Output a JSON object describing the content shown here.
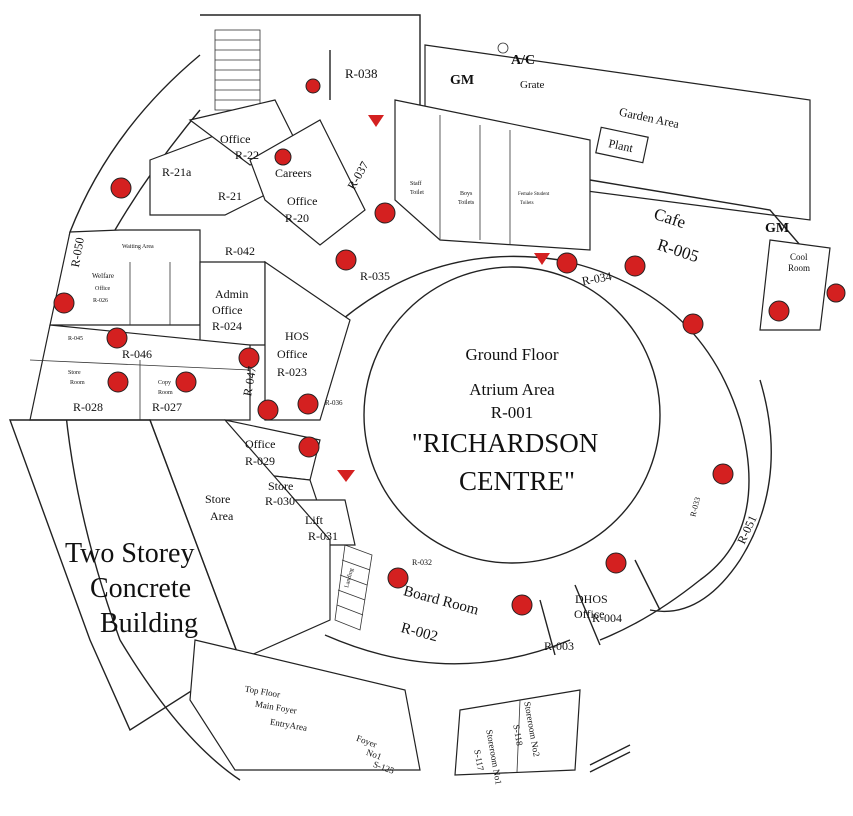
{
  "center": {
    "line1": "Ground Floor",
    "line2": "Atrium Area",
    "line3": "R-001",
    "title1": "\"RICHARDSON",
    "title2": "CENTRE\""
  },
  "building": {
    "line1": "Two Storey",
    "line2": "Concrete",
    "line3": "Building"
  },
  "labels": {
    "r038": "R-038",
    "gm1": "GM",
    "gm2": "GM",
    "ac": "A/C",
    "grate": "Grate",
    "garden": "Garden Area",
    "plant": "Plant",
    "cafe": "Cafe",
    "r005": "R-005",
    "office22a": "Office",
    "office22b": "R-22",
    "r21a": "R-21a",
    "r21": "R-21",
    "careers1": "Careers",
    "careers2": "Office",
    "careers3": "R-20",
    "r037": "R-037",
    "r042": "R-042",
    "r035": "R-035",
    "r034": "R-034",
    "r050": "R-050",
    "waiting": "Waiting Area",
    "welfare1": "Welfare",
    "welfare2": "Office",
    "welfare3": "R-026",
    "admin1": "Admin",
    "admin2": "Office",
    "admin3": "R-024",
    "hos1": "HOS",
    "hos2": "Office",
    "hos3": "R-023",
    "r046": "R-046",
    "r047": "R-047",
    "r036": "R-036",
    "store1": "Store",
    "store2": "Room",
    "copy1": "Copy",
    "copy2": "Room",
    "r028": "R-028",
    "r027": "R-027",
    "office029a": "Office",
    "office029b": "R-029",
    "store030a": "Store",
    "store030b": "R-030",
    "storearea1": "Store",
    "storearea2": "Area",
    "lift1": "Lift",
    "lift2": "R-031",
    "r032": "R-032",
    "board1": "Board Room",
    "board2": "R-002",
    "r003": "R-003",
    "dhos1": "DHOS",
    "dhos2": "Office",
    "dhos3": "R-004",
    "r033": "R-033",
    "r051": "R-051",
    "cool1": "Cool",
    "cool2": "Room",
    "top1": "Top Floor",
    "top2": "Main Foyer",
    "top3": "EntryArea",
    "foyer1": "Foyer",
    "foyer2": "No1",
    "foyer3": "S-125",
    "st1a": "Storeroom No1",
    "st1b": "S-117",
    "st2a": "Storeroom No2",
    "st2b": "S-118",
    "staff1": "Staff",
    "staff2": "Toilet",
    "boys1": "Boys",
    "boys2": "Toilets",
    "female1": "Female Student",
    "female2": "Toilets",
    "landing": "Landing",
    "r045": "R-045"
  },
  "colors": {
    "marker_red": "#d42020",
    "line": "#222222"
  },
  "marker_icon": "fire-extinguisher-icon"
}
